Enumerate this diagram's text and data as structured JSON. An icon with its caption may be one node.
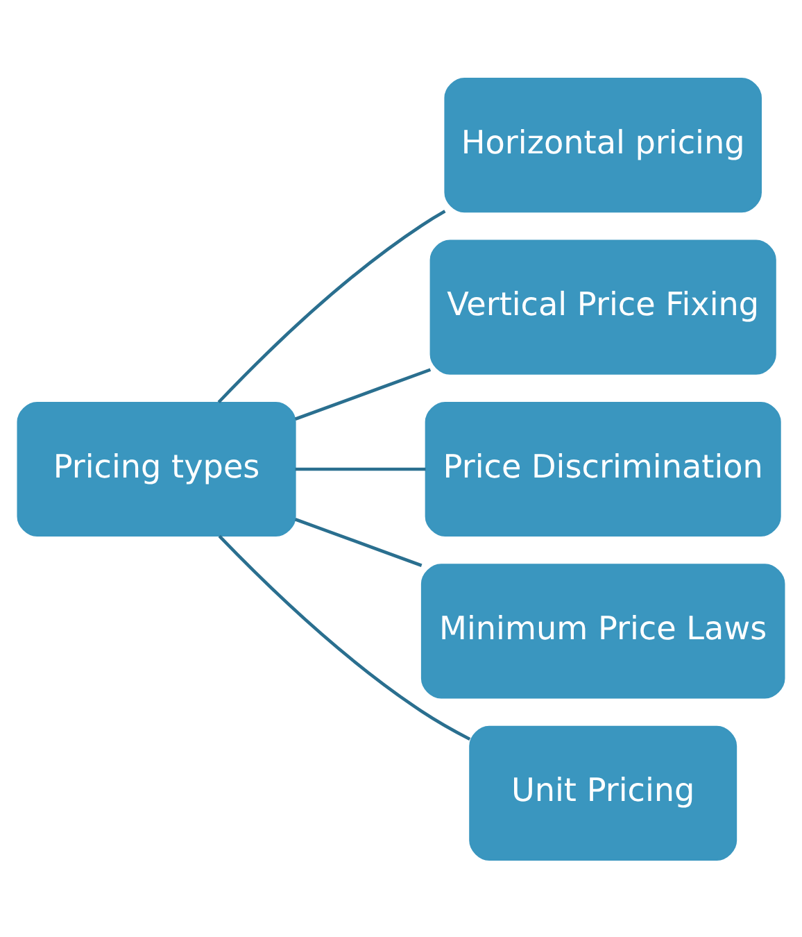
{
  "diagram": {
    "nodes": [
      {
        "text": [
          "Pricing types"
        ]
      },
      {
        "text": [
          "Horizontal pricing"
        ]
      },
      {
        "text": [
          "Vertical Price Fixing"
        ]
      },
      {
        "text": [
          "Price Discrimination"
        ]
      },
      {
        "text": [
          "Minimum Price Laws"
        ]
      },
      {
        "text": [
          "Unit Pricing"
        ]
      }
    ],
    "edges": [
      {
        "from": 0,
        "to": 1,
        "arrow": "none"
      },
      {
        "from": 0,
        "to": 2,
        "arrow": "none"
      },
      {
        "from": 0,
        "to": 3,
        "arrow": "none"
      },
      {
        "from": 0,
        "to": 4,
        "arrow": "none"
      },
      {
        "from": 0,
        "to": 5,
        "arrow": "none"
      }
    ]
  }
}
